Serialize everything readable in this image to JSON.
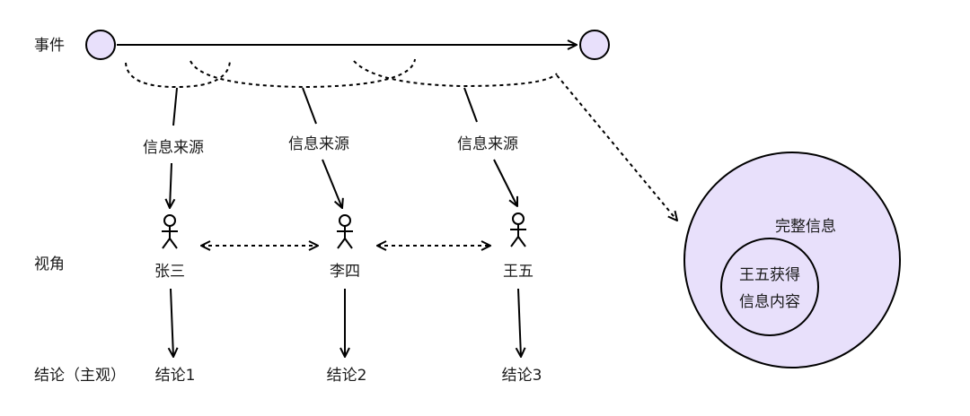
{
  "colors": {
    "node_fill": "#e8e0fb",
    "stroke": "#000000",
    "text": "#1a1a1a",
    "background": "#ffffff"
  },
  "rows": {
    "event": "事件",
    "perspective": "视角",
    "conclusion": "结论（主观）"
  },
  "sources": [
    {
      "label": "信息来源"
    },
    {
      "label": "信息来源"
    },
    {
      "label": "信息来源"
    }
  ],
  "people": [
    {
      "name": "张三",
      "icon": "person-icon"
    },
    {
      "name": "李四",
      "icon": "person-icon"
    },
    {
      "name": "王五",
      "icon": "person-icon"
    }
  ],
  "conclusions": [
    {
      "label": "结论1"
    },
    {
      "label": "结论2"
    },
    {
      "label": "结论3"
    }
  ],
  "complete_info": {
    "title": "完整信息",
    "inner_line1": "王五获得",
    "inner_line2": "信息内容"
  }
}
